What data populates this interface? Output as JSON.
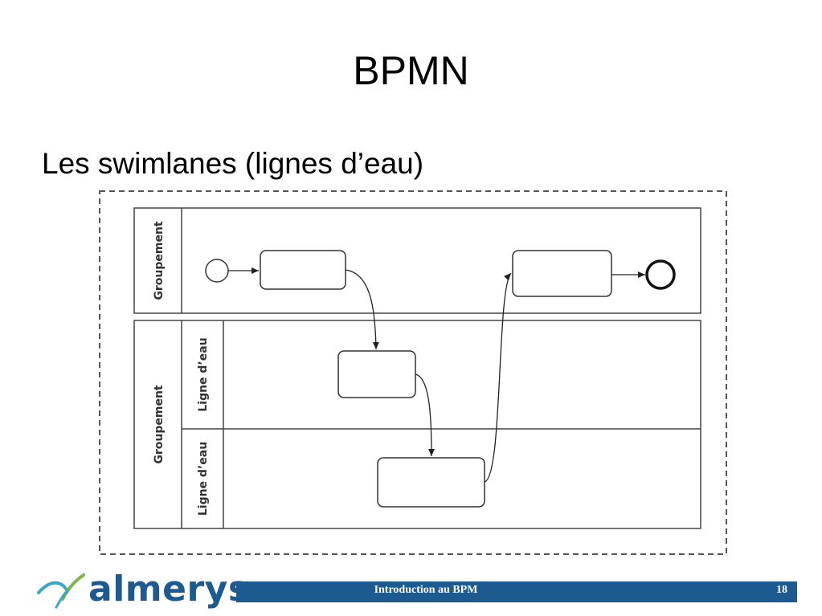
{
  "slide": {
    "title": "BPMN",
    "subtitle": "Les swimlanes (lignes d’eau)"
  },
  "diagram": {
    "top_pool": {
      "label": "Groupement"
    },
    "bottom_pool": {
      "label": "Groupement",
      "lanes": [
        {
          "label": "Ligne d’eau"
        },
        {
          "label": "Ligne d’eau"
        }
      ]
    }
  },
  "footer": {
    "logo_text": "almerys",
    "presentation_title": "Introduction au BPM",
    "page_number": "18"
  },
  "colors": {
    "brand_blue": "#1c5a8f",
    "logo_teal": "#3aa6c9",
    "logo_green": "#7ab547"
  }
}
